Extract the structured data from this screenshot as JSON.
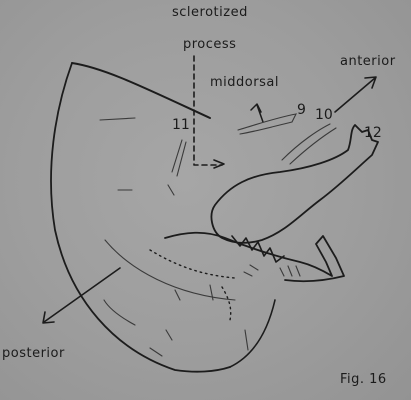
{
  "figure": {
    "labels": {
      "sclerotized_process": [
        "sclerotized",
        "process"
      ],
      "middorsal": "middorsal",
      "anterior": "anterior",
      "posterior": "posterior",
      "num_9": "9",
      "num_10": "10",
      "num_11": "11",
      "num_12": "12"
    },
    "caption": "Fig. 16"
  }
}
